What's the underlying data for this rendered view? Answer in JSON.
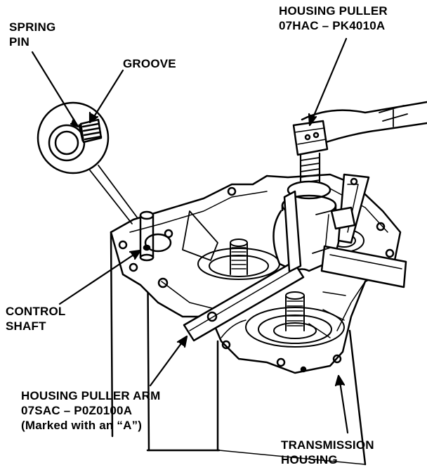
{
  "labels": {
    "spring_pin": [
      "SPRING",
      "PIN"
    ],
    "groove": "GROOVE",
    "housing_puller": [
      "HOUSING PULLER",
      "07HAC – PK4010A"
    ],
    "control_shaft": [
      "CONTROL",
      "SHAFT"
    ],
    "housing_puller_arm": [
      "HOUSING PULLER ARM",
      "07SAC – P0Z0100A",
      "(Marked with an “A”)"
    ],
    "transmission_housing": [
      "TRANSMISSION",
      "HOUSING"
    ]
  },
  "colors": {
    "ink": "#000000",
    "paper": "#ffffff"
  }
}
